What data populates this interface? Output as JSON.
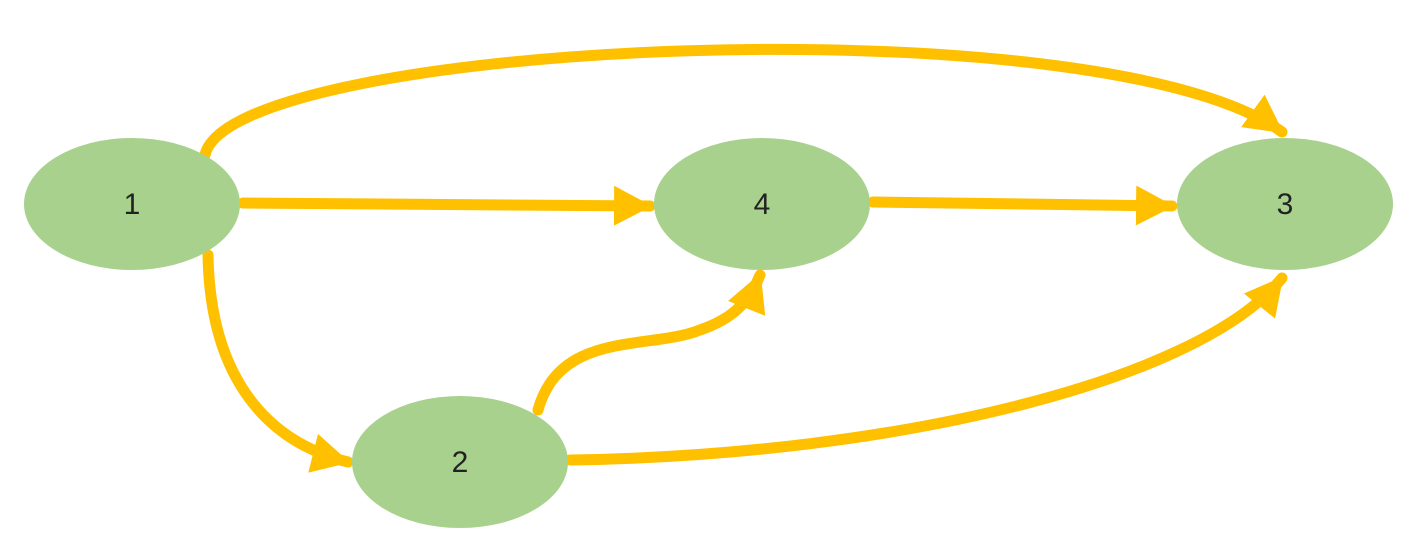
{
  "colors": {
    "node_fill": "#a9d18e",
    "edge_color": "#ffc000",
    "label_color": "#222222",
    "background": "#ffffff"
  },
  "nodes": [
    {
      "id": "1",
      "label": "1"
    },
    {
      "id": "4",
      "label": "4"
    },
    {
      "id": "3",
      "label": "3"
    },
    {
      "id": "2",
      "label": "2"
    }
  ],
  "edges": [
    {
      "from": "1",
      "to": "3"
    },
    {
      "from": "1",
      "to": "4"
    },
    {
      "from": "4",
      "to": "3"
    },
    {
      "from": "1",
      "to": "2"
    },
    {
      "from": "2",
      "to": "4"
    },
    {
      "from": "2",
      "to": "3"
    }
  ]
}
